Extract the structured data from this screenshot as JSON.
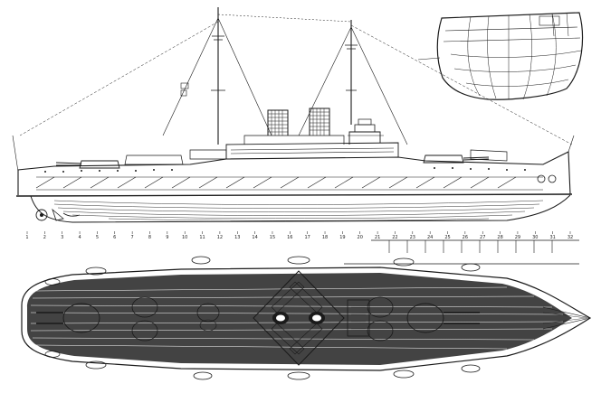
{
  "drawing": {
    "views": [
      "side-elevation",
      "deck-plan",
      "midship-section"
    ],
    "ink_color": "#1a1a1a",
    "paper_color": "#ffffff",
    "frame_labels": [
      "1",
      "2",
      "3",
      "4",
      "5",
      "6",
      "7",
      "8",
      "9",
      "10",
      "11",
      "12",
      "13",
      "14",
      "15",
      "16",
      "17",
      "18",
      "19",
      "20",
      "21",
      "22",
      "23",
      "24",
      "25",
      "26",
      "27",
      "28",
      "29",
      "30",
      "31",
      "32"
    ]
  }
}
